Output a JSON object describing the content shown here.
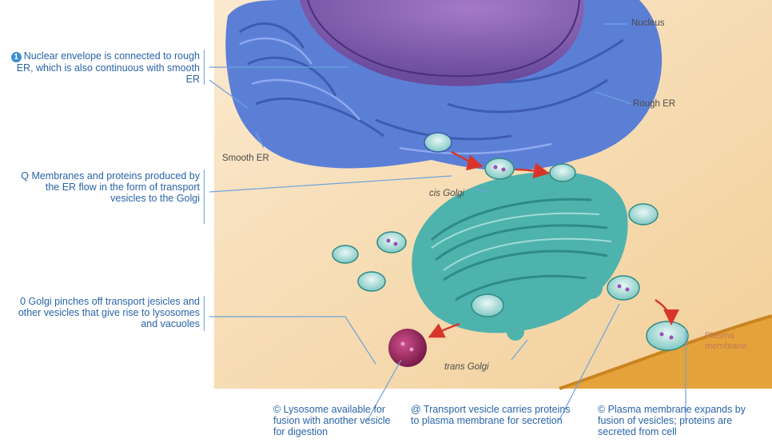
{
  "captions": {
    "c1_marker": "1",
    "c1": "Nuclear envelope is connected to rough ER, which is also continuous with smooth ER",
    "c2": "Q Membranes and proteins produced by the ER flow in the form of transport vesicles to the Golgi",
    "c3": "0 Golgi pinches off transport jesicles and other vesicles that give rise to lysosomes and vacuoles",
    "c4": "© Lysosome available for fusion with another vesicle for digestion",
    "c5": "@ Transport vesicle carries proteins to plasma membrane for secretion",
    "c6": "© Plasma membrane expands by fusion of vesicles; proteins are secreted from cell"
  },
  "labels": {
    "nucleus": "Nucleus",
    "rough_er": "Rough ER",
    "smooth_er": "Smooth ER",
    "cis_golgi": "cis Golgi",
    "trans_golgi": "trans Golgi",
    "plasma_membrane": "Plasma membrane"
  },
  "colors": {
    "cytoplasm": "#f6d9a8",
    "er": "#5c7fd6",
    "golgi": "#4fb3ad",
    "lysosome": "#a8306a",
    "plasma_membrane": "#e5a23a",
    "leader": "#6aa4de",
    "arrow": "#d8352a"
  }
}
